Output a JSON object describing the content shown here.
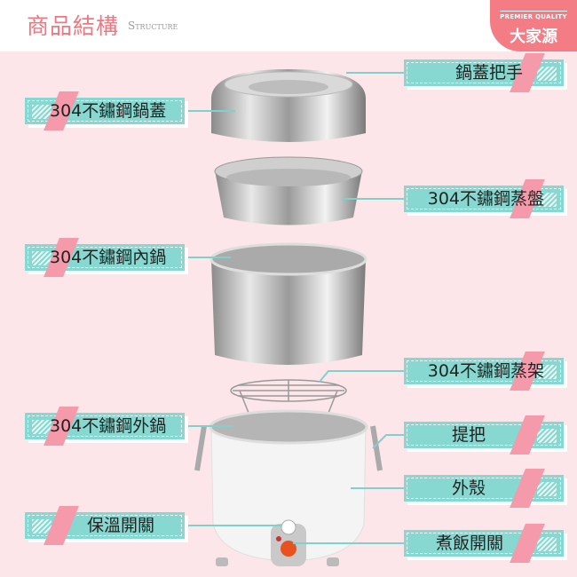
{
  "header": {
    "title": "商品結構",
    "subtitle": "Structure"
  },
  "logo": {
    "tagline": "PREMIER QUALITY",
    "brand": "大家源"
  },
  "labels": {
    "lid_handle": "鍋蓋把手",
    "lid": "304不鏽鋼鍋蓋",
    "steam_tray": "304不鏽鋼蒸盤",
    "inner_pot": "304不鏽鋼內鍋",
    "steam_rack": "304不鏽鋼蒸架",
    "outer_pot": "304不鏽鋼外鍋",
    "handle": "提把",
    "shell": "外殼",
    "keep_warm_switch": "保溫開關",
    "cook_switch": "煮飯開關"
  },
  "colors": {
    "accent": "#f07680",
    "label_bg": "#86d8d0",
    "stripe": "#f59aab",
    "background": "#fce6e9"
  }
}
